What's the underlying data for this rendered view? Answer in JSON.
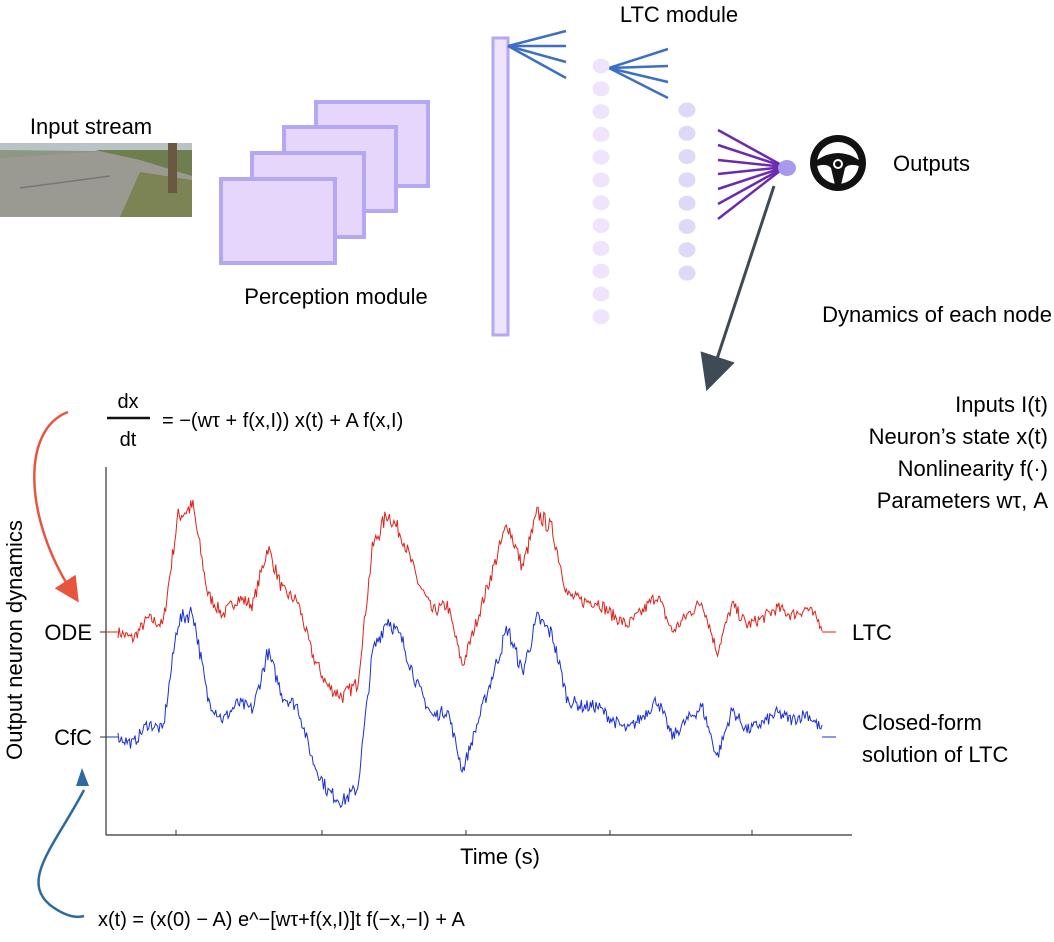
{
  "labels": {
    "input_stream": "Input stream",
    "perception_module": "Perception module",
    "ltc_module": "LTC module",
    "outputs": "Outputs",
    "dynamics_of_each_node": "Dynamics of each node",
    "y_axis_title": "Output neuron dynamics",
    "x_axis_title": "Time (s)",
    "ode_label": "ODE",
    "cfc_label": "CfC",
    "ltc_label": "LTC",
    "closed_form_line1": "Closed-form",
    "closed_form_line2": "solution of LTC"
  },
  "legend_box": {
    "line1": "Inputs I(t)",
    "line2": "Neuron’s state x(t)",
    "line3": "Nonlinearity f(·)",
    "line4": "Parameters wτ, A"
  },
  "equations": {
    "ode_lhs_top": "dx",
    "ode_lhs_bottom": "dt",
    "ode_rhs": "= −(wτ + f(x,I)) x(t) + A f(x,I)",
    "cfc": "x(t) = (x(0) − A) e^−[wτ+f(x,I)]t f(−x,−I) + A"
  },
  "colors": {
    "ltc_trace": "#e0221b",
    "cfc_trace": "#1b2fd6",
    "perception_fill": "#e6d3fb",
    "perception_stroke": "#b3a7f2",
    "layer1_fill": "#f0e4fc",
    "layer2_fill": "#ddd9f7",
    "fan_blue": "#3d6fc4",
    "fan_purple": "#6a2bb0",
    "output_node": "#a998ee",
    "dynamics_arrow": "#3e4a56",
    "curve_red": "#e8553f",
    "curve_blue": "#2c6aa0"
  },
  "chart_data": {
    "type": "line",
    "xlabel": "Time (s)",
    "ylabel": "Output neuron dynamics",
    "series": [
      {
        "name": "LTC",
        "values": [
          0.0,
          -0.2,
          0.4,
          0.2,
          3.4,
          3.7,
          1.1,
          0.5,
          1.0,
          0.8,
          2.5,
          1.2,
          0.9,
          -0.7,
          -1.6,
          -1.9,
          -1.5,
          2.5,
          3.5,
          2.8,
          1.5,
          0.6,
          0.8,
          -1.0,
          0.4,
          1.8,
          3.2,
          1.9,
          3.5,
          3.0,
          1.1,
          0.9,
          0.9,
          0.5,
          0.2,
          0.6,
          1.1,
          0.0,
          0.5,
          0.9,
          -0.6,
          0.8,
          0.2,
          0.4,
          0.7,
          0.5,
          0.7,
          0.2
        ]
      },
      {
        "name": "Closed-form solution of LTC",
        "values": [
          0.0,
          -0.2,
          0.4,
          0.2,
          3.4,
          3.7,
          1.1,
          0.5,
          1.0,
          0.8,
          2.5,
          1.2,
          0.9,
          -0.7,
          -1.6,
          -1.9,
          -1.5,
          2.5,
          3.5,
          2.8,
          1.5,
          0.6,
          0.8,
          -1.0,
          0.4,
          1.8,
          3.2,
          1.9,
          3.5,
          3.0,
          1.1,
          0.9,
          0.9,
          0.5,
          0.2,
          0.6,
          1.1,
          0.0,
          0.5,
          0.9,
          -0.6,
          0.8,
          0.2,
          0.4,
          0.7,
          0.5,
          0.7,
          0.2
        ]
      }
    ]
  }
}
